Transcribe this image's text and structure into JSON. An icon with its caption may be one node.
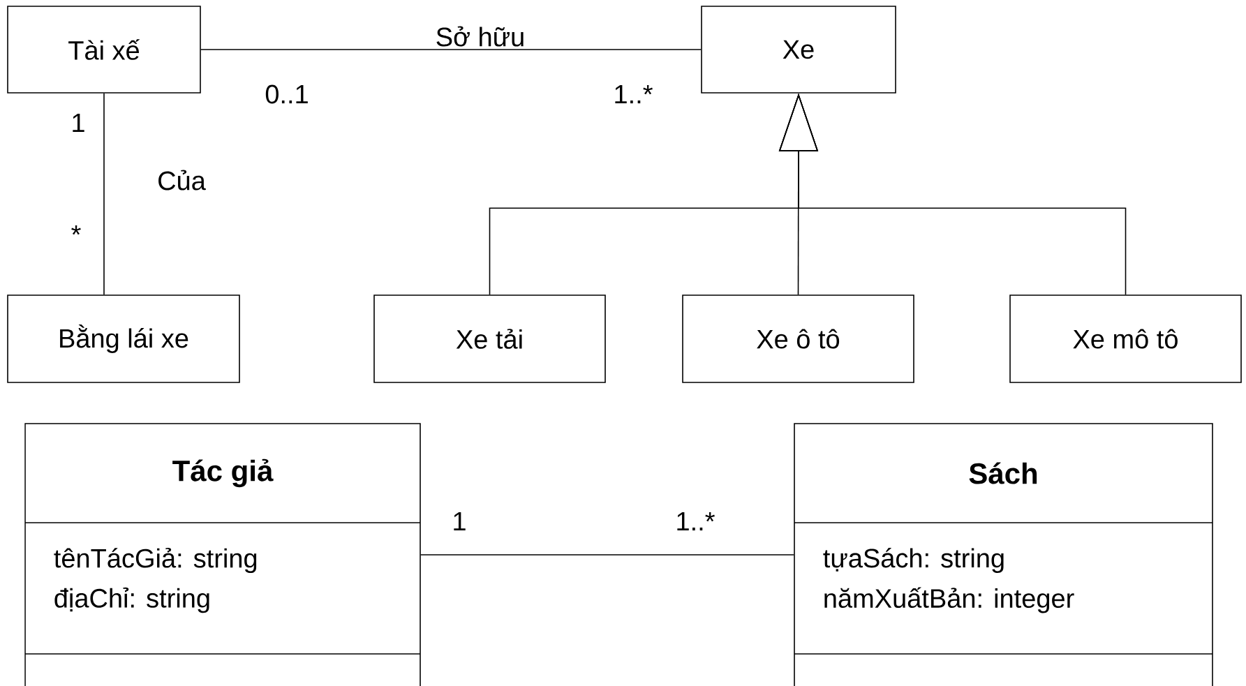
{
  "diagram": {
    "nodes": [
      {
        "text": [
          "Tài xế"
        ]
      },
      {
        "text": [
          "Xe"
        ]
      },
      {
        "text": [
          "Bằng lái xe"
        ]
      },
      {
        "text": [
          "Xe tải"
        ]
      },
      {
        "text": [
          "Xe ô tô"
        ]
      },
      {
        "text": [
          "Xe mô tô"
        ]
      },
      {
        "text": [
          "Tác giả",
          "tênTácGiả: string",
          "địaChỉ: string"
        ]
      },
      {
        "text": [
          "Sách",
          "tựaSách: string",
          "nămXuấtBản: integer"
        ]
      }
    ],
    "edges": [
      {
        "from": 0,
        "to": 1,
        "arrow": "none",
        "label": "Sở hữu"
      },
      {
        "from": 0,
        "to": 2,
        "arrow": "none",
        "label": "Của"
      },
      {
        "from": 3,
        "to": 1,
        "arrow": "to"
      },
      {
        "from": 4,
        "to": 1,
        "arrow": "to"
      },
      {
        "from": 5,
        "to": 1,
        "arrow": "to"
      },
      {
        "from": 6,
        "to": 7,
        "arrow": "none"
      }
    ],
    "labels": [
      "0..1",
      "1..*",
      "1",
      "*",
      "1",
      "1..*"
    ]
  }
}
